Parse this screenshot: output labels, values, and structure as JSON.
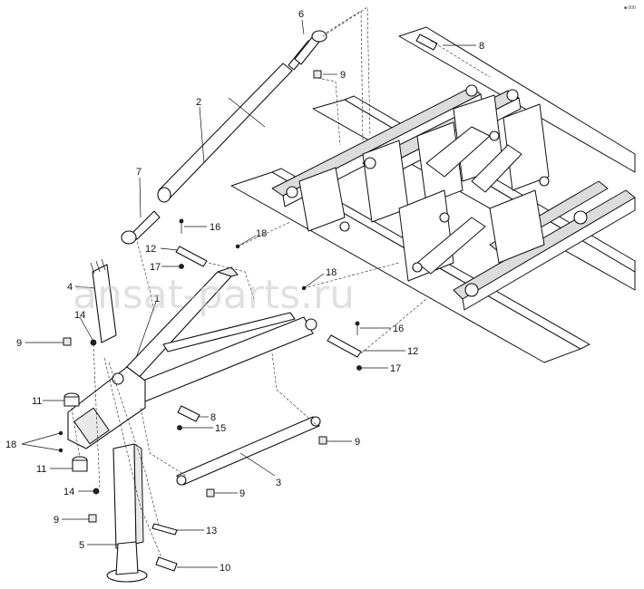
{
  "watermark": "ansat-parts.ru",
  "corner_code": "■ 000",
  "callouts": {
    "c1": "1",
    "c2": "2",
    "c3": "3",
    "c4": "4",
    "c5": "5",
    "c6": "6",
    "c7": "7",
    "c8a": "8",
    "c8b": "8",
    "c9a": "9",
    "c9b": "9",
    "c9c": "9",
    "c9d": "9",
    "c9e": "9",
    "c10": "10",
    "c11a": "11",
    "c11b": "11",
    "c12a": "12",
    "c12b": "12",
    "c13": "13",
    "c14a": "14",
    "c14b": "14",
    "c15": "15",
    "c16a": "16",
    "c16b": "16",
    "c17a": "17",
    "c17b": "17",
    "c18a": "18",
    "c18b": "18",
    "c18c": "18"
  }
}
